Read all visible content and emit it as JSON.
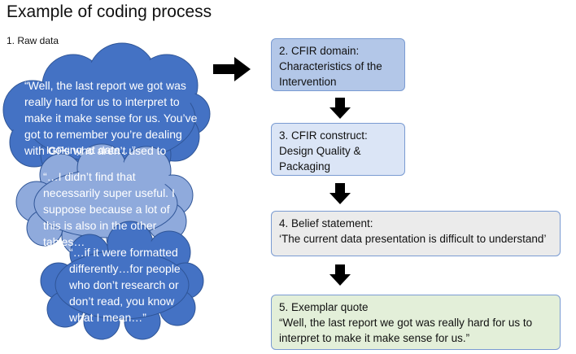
{
  "title": "Example of coding process",
  "raw_label": "1. Raw data",
  "quotes": [
    {
      "lines": [
        "“Well, the last report we got was",
        "really  hard for us to interpret to",
        "make it make sense for us. You’ve",
        "got to remember you’re dealing",
        "with GPs who aren’t used to",
        "looking at data…”"
      ]
    },
    {
      "lines": [
        "“…I didn’t find that",
        "necessarily super useful. I",
        "suppose because a lot of",
        "this is also in the other",
        "tables…"
      ]
    },
    {
      "lines": [
        "“…if it were formatted",
        "differently…for people",
        "who don’t research or",
        "don’t read, you know",
        "what I mean…”"
      ]
    }
  ],
  "steps": {
    "domain": {
      "lines": [
        "2. CFIR domain:",
        "Characteristics of the",
        "Intervention"
      ]
    },
    "construct": {
      "lines": [
        "3. CFIR construct:",
        "Design Quality &",
        "Packaging"
      ]
    },
    "belief": {
      "lines": [
        "4. Belief statement:",
        "‘The current data presentation is difficult to understand’"
      ]
    },
    "quote": {
      "lines": [
        "5. Exemplar quote",
        "“Well, the last report we got was really  hard for us to",
        "interpret to make it make sense for us.”"
      ]
    }
  },
  "colors": {
    "cloud_dark": "#4472c4",
    "cloud_light": "#8faadc",
    "domain_fill": "#b3c7e8",
    "construct_fill": "#dbe5f6",
    "belief_fill": "#ebebeb",
    "quote_fill": "#e3efd9",
    "arrow": "#000000"
  }
}
